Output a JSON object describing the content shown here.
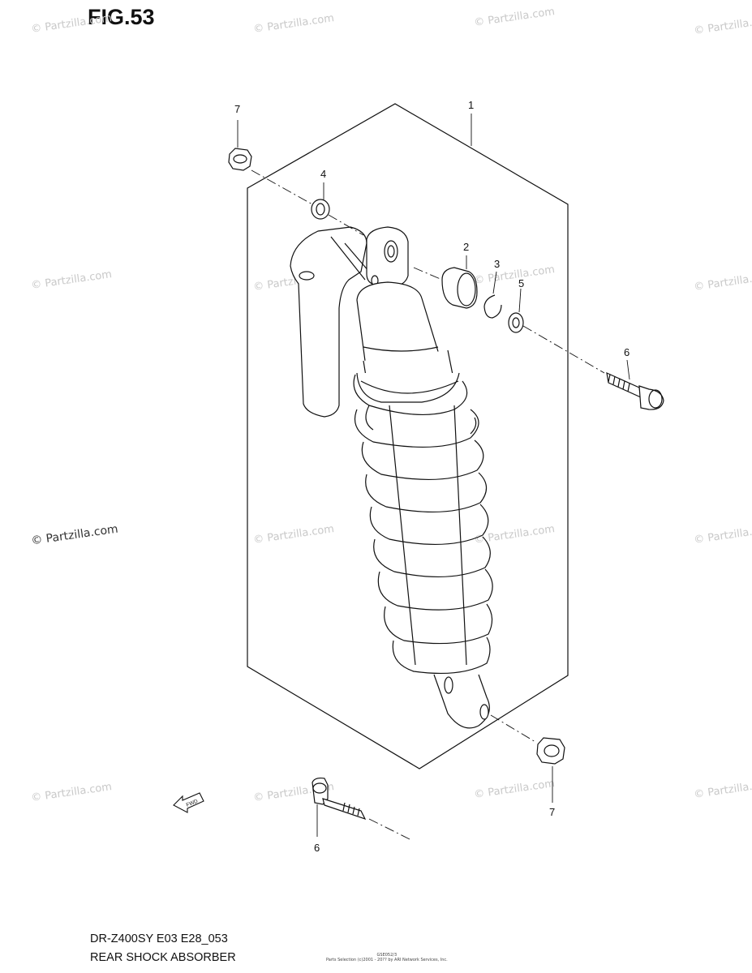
{
  "figure": {
    "title": "FIG.53",
    "model_line": "DR-Z400SY E03 E28_053",
    "part_group": "REAR SHOCK ABSORBER",
    "copyright_small": "Parts Selection (c)2001 - 20?? by ARI Network Services, Inc.",
    "ref_code": "GSE052/3"
  },
  "watermarks": {
    "text": "© Partzilla.com",
    "dark_text": "© Partzilla.com"
  },
  "callouts": [
    {
      "id": "7a",
      "label": "7"
    },
    {
      "id": "1",
      "label": "1"
    },
    {
      "id": "4",
      "label": "4"
    },
    {
      "id": "2",
      "label": "2"
    },
    {
      "id": "3",
      "label": "3"
    },
    {
      "id": "5",
      "label": "5"
    },
    {
      "id": "6a",
      "label": "6"
    },
    {
      "id": "7b",
      "label": "7"
    },
    {
      "id": "6b",
      "label": "6"
    }
  ],
  "arrow_label": "FWD",
  "colors": {
    "line": "#111111",
    "watermark": "#c9c9c9"
  }
}
